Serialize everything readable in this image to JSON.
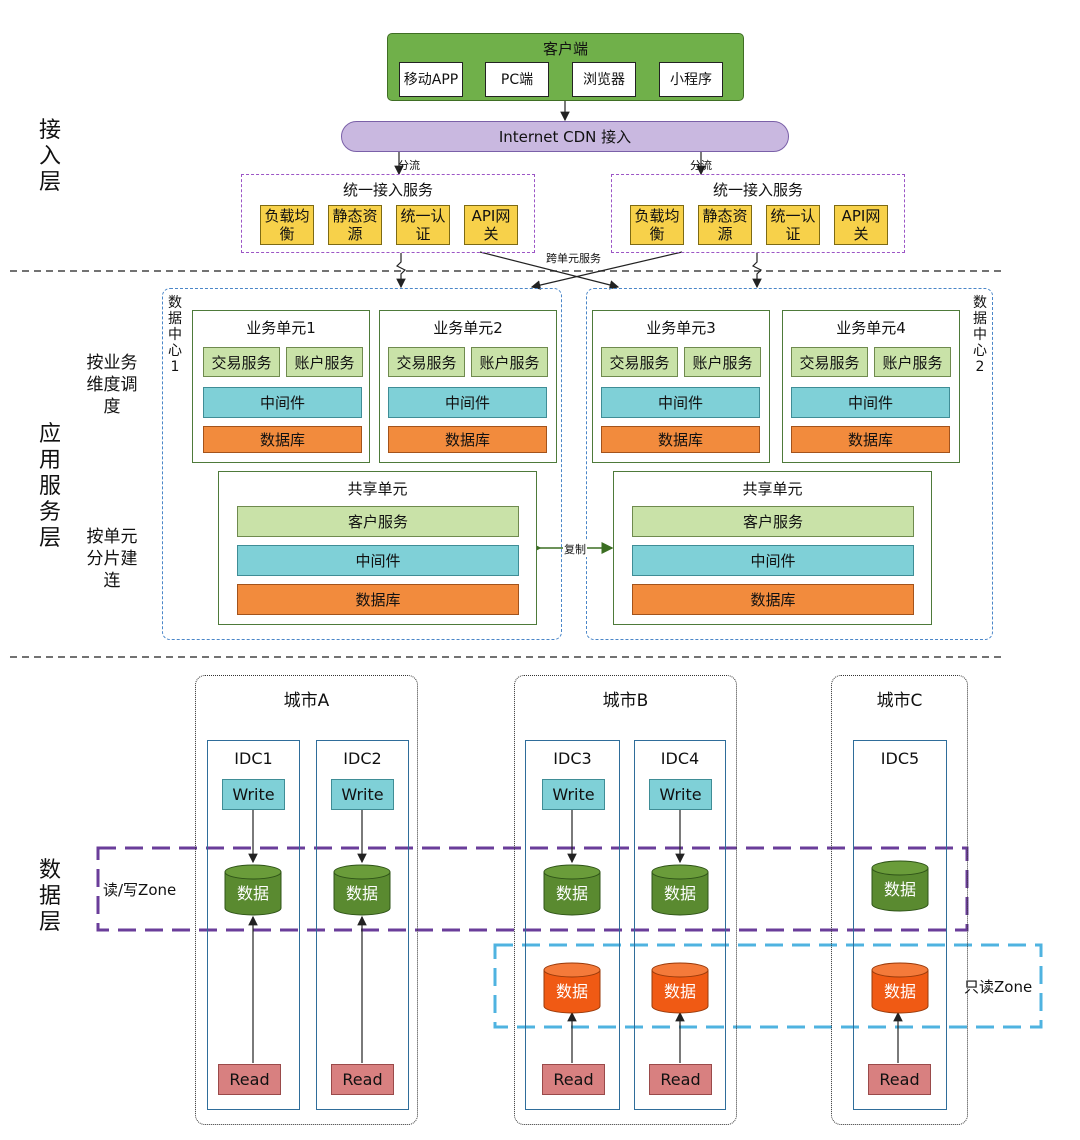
{
  "layers": {
    "access": "接入层",
    "app": "应用服务层",
    "data": "数据层"
  },
  "access": {
    "client_title": "客户端",
    "clients": [
      "移动APP",
      "PC端",
      "浏览器",
      "小程序"
    ],
    "cdn": "Internet CDN 接入",
    "split_left": "分流",
    "split_right": "分流",
    "cross_unit": "跨单元服务",
    "gateways": [
      {
        "title": "统一接入服务",
        "items": [
          "负载均衡",
          "静态资源",
          "统一认证",
          "API网关"
        ]
      },
      {
        "title": "统一接入服务",
        "items": [
          "负载均衡",
          "静态资源",
          "统一认证",
          "API网关"
        ]
      }
    ]
  },
  "app": {
    "side_label_1": "按业务维度调度",
    "side_label_2": "按单元分片建连",
    "dc_left": "数据中心1",
    "dc_right": "数据中心2",
    "replicate": "复制",
    "units": [
      {
        "title": "业务单元1",
        "svc1": "交易服务",
        "svc2": "账户服务",
        "mid": "中间件",
        "db": "数据库"
      },
      {
        "title": "业务单元2",
        "svc1": "交易服务",
        "svc2": "账户服务",
        "mid": "中间件",
        "db": "数据库"
      },
      {
        "title": "业务单元3",
        "svc1": "交易服务",
        "svc2": "账户服务",
        "mid": "中间件",
        "db": "数据库"
      },
      {
        "title": "业务单元4",
        "svc1": "交易服务",
        "svc2": "账户服务",
        "mid": "中间件",
        "db": "数据库"
      }
    ],
    "shared": [
      {
        "title": "共享单元",
        "svc": "客户服务",
        "mid": "中间件",
        "db": "数据库"
      },
      {
        "title": "共享单元",
        "svc": "客户服务",
        "mid": "中间件",
        "db": "数据库"
      }
    ]
  },
  "data_layer": {
    "rw_zone": "读/写Zone",
    "ro_zone": "只读Zone",
    "cities": [
      "城市A",
      "城市B",
      "城市C"
    ],
    "idcs": [
      {
        "name": "IDC1",
        "write": "Write",
        "rw": "数据",
        "read": "Read"
      },
      {
        "name": "IDC2",
        "write": "Write",
        "rw": "数据",
        "read": "Read"
      },
      {
        "name": "IDC3",
        "write": "Write",
        "rw": "数据",
        "ro": "数据",
        "read": "Read"
      },
      {
        "name": "IDC4",
        "write": "Write",
        "rw": "数据",
        "ro": "数据",
        "read": "Read"
      },
      {
        "name": "IDC5",
        "rw": "数据",
        "ro": "数据",
        "read": "Read"
      }
    ]
  },
  "colors": {
    "client_green": "#70b04a",
    "cdn_purple": "#c9b8e0",
    "gateway_yellow": "#f7d14a",
    "rw_zone": "#6a3d9a",
    "ro_zone": "#4fb3e0",
    "db_green": "#5a8a30",
    "db_orange": "#f05a14"
  }
}
